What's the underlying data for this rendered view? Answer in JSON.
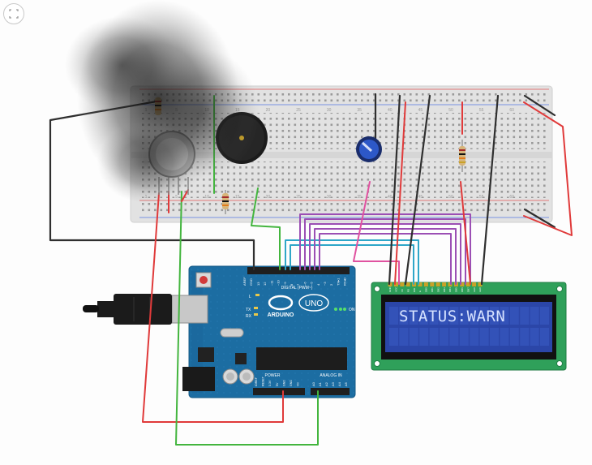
{
  "toolbar": {
    "fit_icon": "fit-to-view-icon"
  },
  "arduino": {
    "brand": "ARDUINO",
    "model": "UNO",
    "digital_label": "DIGITAL (PWM~)",
    "power_label": "POWER",
    "analog_label": "ANALOG IN",
    "on_label": "ON",
    "tx_label": "TX",
    "rx_label": "RX",
    "l_label": "L",
    "aref_label": "AREF",
    "gnd_label": "GND",
    "digital_pins": [
      "13",
      "12",
      "~11",
      "~10",
      "~9",
      "8",
      "7",
      "~6",
      "~5",
      "4",
      "~3",
      "2",
      "TX▸1",
      "RX◂0"
    ],
    "power_pins": [
      "IOREF",
      "RESET",
      "3.3V",
      "5V",
      "GND",
      "GND",
      "Vin"
    ],
    "analog_pins": [
      "A0",
      "A1",
      "A2",
      "A3",
      "A4",
      "A5"
    ]
  },
  "breadboard": {
    "col_numbers": [
      "1",
      "5",
      "10",
      "15",
      "20",
      "25",
      "30",
      "35",
      "40",
      "45",
      "50",
      "55",
      "60"
    ]
  },
  "lcd": {
    "text": "STATUS:WARN",
    "pins": [
      "GND",
      "VCC",
      "V0",
      "RS",
      "RW",
      "E",
      "DB0",
      "DB1",
      "DB2",
      "DB3",
      "DB4",
      "DB5",
      "DB6",
      "DB7",
      "LED",
      "LED"
    ]
  },
  "colors": {
    "wire_black": "#2f2f2f",
    "wire_red": "#e03a3a",
    "wire_green": "#43b53e",
    "wire_purple": "#9b4fb4",
    "wire_blue": "#2ea6c8",
    "wire_pink": "#e052a0",
    "arduino_blue": "#1d6fa3",
    "lcd_green": "#2fa05a",
    "lcd_screen": "#2b46a8"
  }
}
